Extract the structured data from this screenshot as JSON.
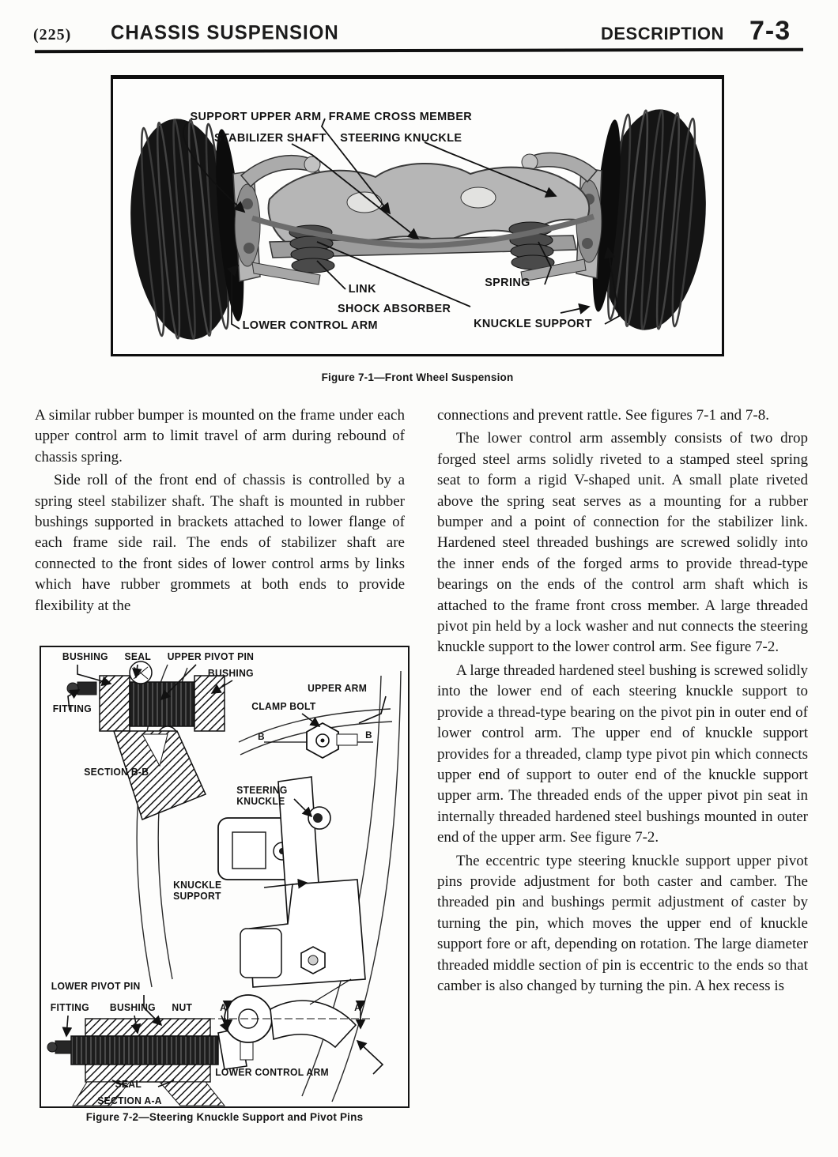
{
  "header": {
    "page_number_paren": "(225)",
    "chapter_title": "CHASSIS SUSPENSION",
    "section_title": "DESCRIPTION",
    "page_code": "7-3"
  },
  "figure1": {
    "caption": "Figure 7-1—Front Wheel Suspension",
    "labels": {
      "support_upper_arm": "SUPPORT UPPER ARM",
      "stabilizer_shaft": "STABILIZER SHAFT",
      "frame_cross_member": "FRAME CROSS MEMBER",
      "steering_knuckle": "STEERING KNUCKLE",
      "link": "LINK",
      "spring": "SPRING",
      "shock_absorber": "SHOCK ABSORBER",
      "lower_control_arm": "LOWER CONTROL ARM",
      "knuckle_support": "KNUCKLE SUPPORT"
    }
  },
  "figure2": {
    "caption": "Figure 7-2—Steering Knuckle Support and Pivot Pins",
    "labels": {
      "bushing_top": "BUSHING",
      "seal_top": "SEAL",
      "upper_pivot_pin": "UPPER PIVOT PIN",
      "bushing_top2": "BUSHING",
      "fitting_top": "FITTING",
      "section_bb": "SECTION B-B",
      "clamp_bolt": "CLAMP BOLT",
      "upper_arm": "UPPER ARM",
      "steering_knuckle": "STEERING KNUCKLE",
      "knuckle_support": "KNUCKLE SUPPORT",
      "lower_pivot_pin": "LOWER PIVOT PIN",
      "fitting_bottom": "FITTING",
      "bushing_bottom": "BUSHING",
      "nut": "NUT",
      "seal_bottom": "SEAL",
      "section_aa": "SECTION A-A",
      "lower_control_arm": "LOWER CONTROL ARM",
      "section_marker_b": "B",
      "section_marker_a": "A"
    }
  },
  "body": {
    "left_column": {
      "p1": "A similar rubber bumper is mounted on the frame under each upper control arm to limit travel of arm during rebound of chassis spring.",
      "p2": "Side roll of the front end of chassis is controlled by a spring steel stabilizer shaft. The shaft is mounted in rubber bushings supported in brackets attached to lower flange of each frame side rail. The ends of stabilizer shaft are connected to the front sides of lower control arms by links which have rubber grommets at both ends to provide flexibility at the"
    },
    "right_column": {
      "p1": "connections and prevent rattle. See figures 7-1 and 7-8.",
      "p2": "The lower control arm assembly consists of two drop forged steel arms solidly riveted to a stamped steel spring seat to form a rigid V-shaped unit. A small plate riveted above the spring seat serves as a mounting for a rubber bumper and a point of connection for the stabilizer link. Hardened steel threaded bushings are screwed solidly into the inner ends of the forged arms to provide thread-type bearings on the ends of the control arm shaft which is attached to the frame front cross member. A large threaded pivot pin held by a lock washer and nut connects the steering knuckle support to the lower control arm. See figure 7-2.",
      "p3": "A large threaded hardened steel bushing is screwed solidly into the lower end of each steering knuckle support to provide a thread-type bearing on the pivot pin in outer end of lower control arm. The upper end of knuckle support provides for a threaded, clamp type pivot pin which connects upper end of support to outer end of the knuckle support upper arm. The threaded ends of the upper pivot pin seat in internally threaded hardened steel bushings mounted in outer end of the upper arm. See figure 7-2.",
      "p4": "The eccentric type steering knuckle support upper pivot pins provide adjustment for both caster and camber. The threaded pin and bushings permit adjustment of caster by turning the pin, which moves the upper end of knuckle support fore or aft, depending on rotation. The large diameter threaded middle section of pin is eccentric to the ends so that camber is also changed by turning the pin. A hex recess is"
    }
  }
}
